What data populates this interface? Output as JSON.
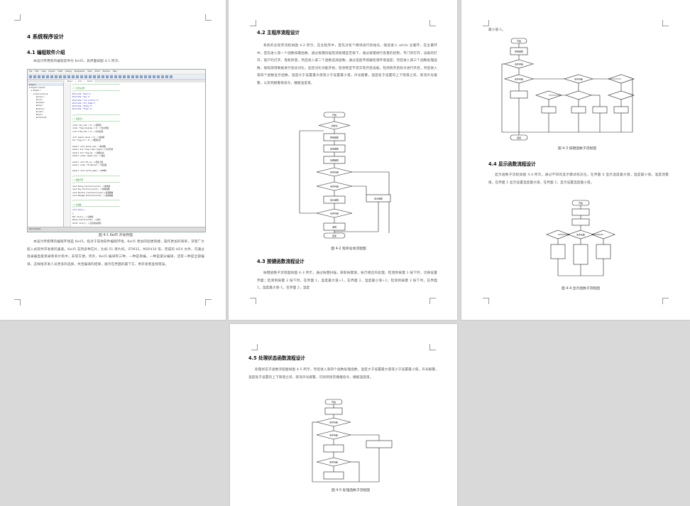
{
  "page1": {
    "chapter_title": "4  系统程序设计",
    "section_title": "4.1  编程软件介绍",
    "intro_text": "本设计所用到的编程软件为 Keil5，具界面如图 4-1 所示。",
    "ide": {
      "menu": [
        "File",
        "Edit",
        "View",
        "Project",
        "Flash",
        "Debug",
        "Peripherals",
        "Tools",
        "SVCS",
        "Window",
        "Help"
      ],
      "tabs": [
        "main.c",
        "lcd.c",
        "font.h"
      ],
      "project_header": "Project",
      "project_tree": [
        "Project: project",
        "Target 1",
        "Source Group",
        "main.c",
        "lcd.c",
        "delay.c",
        "key.c",
        "timer.c",
        "uart.c",
        "led.c",
        "Interrupt"
      ],
      "status": "Build Output",
      "code_lines": [
        {
          "t": "//*****************************************",
          "c": "cm"
        },
        {
          "t": "// 包含头文件",
          "c": "cm"
        },
        {
          "t": "//*****************************************",
          "c": "cm"
        },
        {
          "t": "#include \"main.h\"",
          "c": "kw"
        },
        {
          "t": "#include \"key.h\"",
          "c": "kw"
        },
        {
          "t": "#include \"lcd_control.h\"",
          "c": "kw"
        },
        {
          "t": "#include \"ntc_temp.h\"",
          "c": "kw"
        },
        {
          "t": "#include \"delay.h\"",
          "c": "kw"
        },
        {
          "t": "#include \"timer.h\"",
          "c": "kw"
        },
        {
          "t": "",
          "c": ""
        },
        {
          "t": "//*****************************************",
          "c": "cm"
        },
        {
          "t": "// 变量定义",
          "c": "cm"
        },
        {
          "t": "//*****************************************",
          "c": "cm"
        },
        {
          "t": "uchar key_num = 0;          //按键值",
          "c": ""
        },
        {
          "t": "uchar flag_display = 0;     //显示界面",
          "c": ""
        },
        {
          "t": "uint  time_num = 0;         //计时变量",
          "c": ""
        },
        {
          "t": "",
          "c": ""
        },
        {
          "t": "uint  speed_value = 0;      //速度值",
          "c": ""
        },
        {
          "t": "bit   flag_s1 = 0;          //报警标志",
          "c": ""
        },
        {
          "t": "",
          "c": ""
        },
        {
          "t": "extern uint pulse_num;      //脉冲数",
          "c": ""
        },
        {
          "t": "extern bit flag_timer_begin;//计时开始",
          "c": ""
        },
        {
          "t": "extern bit flag_ms;         //毫秒标志",
          "c": ""
        },
        {
          "t": "extern uchar speed_num;     //速度",
          "c": ""
        },
        {
          "t": "",
          "c": ""
        },
        {
          "t": "extern uint TH_va;          //温度上限",
          "c": ""
        },
        {
          "t": "extern uchar TH_Value1;     //温度值",
          "c": ""
        },
        {
          "t": "",
          "c": ""
        },
        {
          "t": "extern uint sertz_pwm1;     //PWM值",
          "c": ""
        },
        {
          "t": "",
          "c": ""
        },
        {
          "t": "//*****************************************",
          "c": "cm"
        },
        {
          "t": "// 函数声明",
          "c": "cm"
        },
        {
          "t": "//*****************************************",
          "c": "cm"
        },
        {
          "t": "void Relay_Function(void);  //继电器",
          "c": ""
        },
        {
          "t": "void Key_Function(void);    //按键函数",
          "c": ""
        },
        {
          "t": "void Monitor_Function(void);//监测函数",
          "c": ""
        },
        {
          "t": "void Manage_Function(void); //处理函数",
          "c": ""
        },
        {
          "t": "",
          "c": ""
        },
        {
          "t": "//*****************************************",
          "c": "cm"
        },
        {
          "t": "// 主函数",
          "c": "cm"
        },
        {
          "t": "//*****************************************",
          "c": "cm"
        },
        {
          "t": "void main()",
          "c": "kw"
        },
        {
          "t": "{",
          "c": ""
        },
        {
          "t": "    EA= Init();             //初始化",
          "c": ""
        },
        {
          "t": "    Delay_Function(50);     //延时",
          "c": ""
        },
        {
          "t": "    Tmr0= Init();           //定时器初始化",
          "c": ""
        }
      ]
    },
    "figure_caption": "图 4-1 Keil5 开发界面",
    "body_text": "本设计所使用的编程环境是 Keil5，指对于其他软件编程环境，Keil5 更加的轻便快捷，操作更加的简单，深受广大嵌入式软件开发者的喜爱。Keil5 支持多种芯片，比如 51 单片机，STM32，MSP430 等，完成的 HEX 文件，可通过烧录器直接烧录到单片机中。非常方便。另外，Keil5 编译有三种，一种是单编，一种是部分编译，还有一种是全部编译，这样给开发人员更多的选择，并且编译的结果，展示在界面的最下方，供开发者查找错误。"
  },
  "page2": {
    "section_title": "4.2  主程序流程设计",
    "body_text": "系统的主程序流程如图 4-2 所示，在主程序中，首先对各个模块进行初始化，随后进入 while 主循环，在主循环中，首先进入第一个函数按键函数，通过按键扫描检测按键是否按下，通过按键进行各量的控制，专门的打开，设备的打开，窗户的打开，电机改变。然后进入第二个函数监测函数，通过温度传感器检测环境温度；然后进入第三个函数处理函数，按照测得数据进行各段对比，监控对比功能开始，检测到室不足实现开启设备，检测到开启指令进行开启，然后进入第四个函数显示函数，温度大于设置最大值或小于设置最小值，声光报警，温度处于设置的上下限值之间，取消声光报警，以及到报警排指令，播报温度值。",
    "figure_caption": "图 4-2  程序总体流程图",
    "section2_title": "4.3  按键函数流程设计",
    "body2_text": "按键函数子流程图如图 4-3 所示，通过按键扫描，获取按键值，执行相应的处理，检测到按键 1 按下时，切换设置界面；检测到按键 2 按下时，在界面 1，温度最大值+1，在界面 2，温度最小值+1；检测到按键 3 按下时，在界面 1，温度最大值-1，在界面 2，温度"
  },
  "page3": {
    "top_text": "最小值-1。",
    "figure_caption": "图 4-3  按键函数子流程图",
    "section_title": "4.4  显示函数流程设计",
    "body_text": "显示函数子流程如图 4-4 所示，通过不同的显示模式标志位，在界面 0 显示温度最大值，温度最小值，温度测量值，在界面 1 显示设置温度最大值，在界面 2，显示设置温度最小值。",
    "figure2_caption": "图 4-4  显示函数子流程图"
  },
  "page4": {
    "section_title": "4.5  处理状态函数流程设计",
    "body_text": "处理状态子函数流程图如图 4-5 所示，然后进入第四个函数处理函数，温度大于设置最大值或小于设置最小值，声光报警，温度处于设置的上下限值之间，取消声光报警，识别到语音播报指令，播报温度值。",
    "figure_caption": "图 4-5  处理函数子流程图"
  },
  "flow_labels": {
    "start": "开始",
    "end": "结束",
    "init": "初始化",
    "key_fn": "按键函数",
    "monitor_fn": "监测函数",
    "manage_fn": "处理函数",
    "display_fn": "显示函数",
    "cond": "条件判断",
    "yes": "Y",
    "no": "N",
    "return": "返回"
  }
}
